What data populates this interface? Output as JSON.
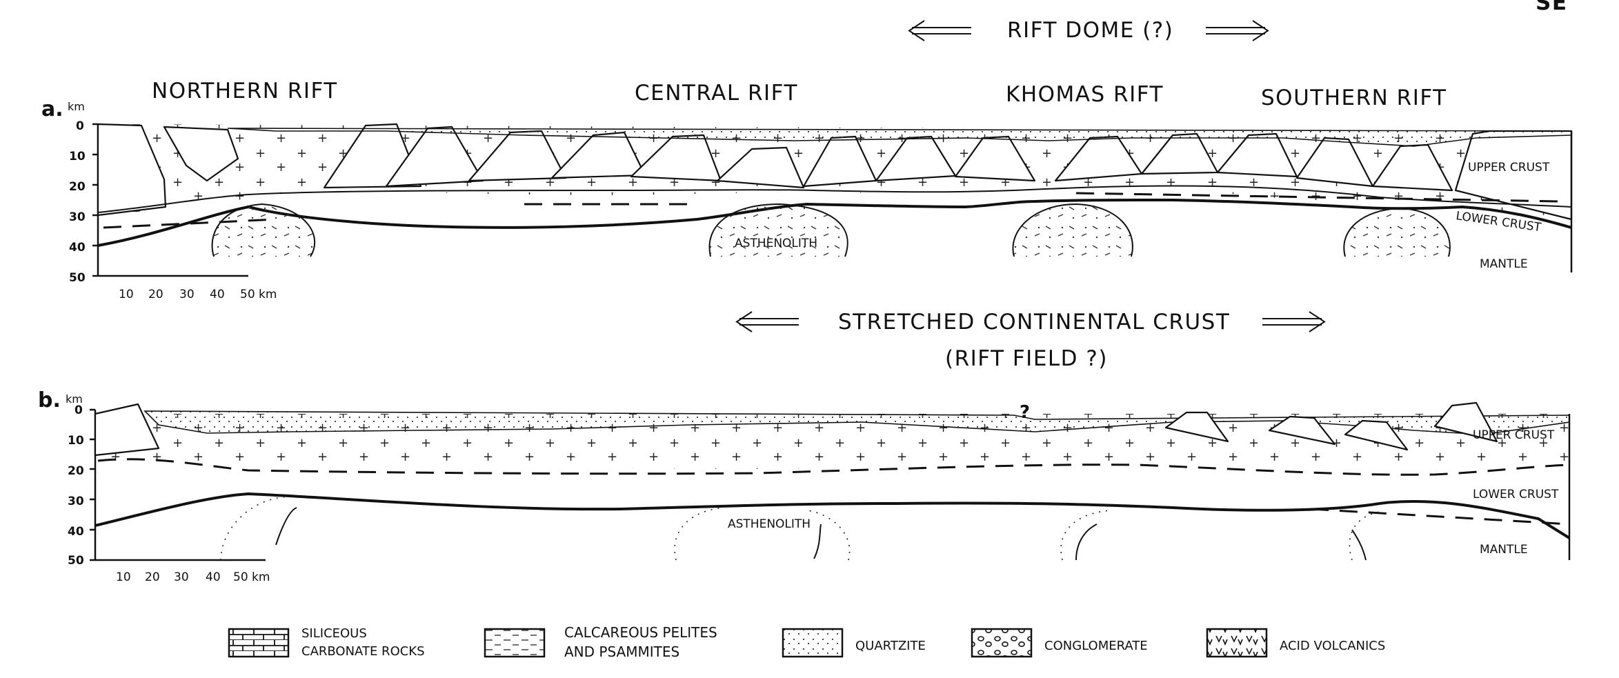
{
  "panel_tag_top": "SE",
  "rift_dome_label": "RIFT DOME (?)",
  "stretched_crust_label": "STRETCHED CONTINENTAL CRUST",
  "rift_field_label": "(RIFT FIELD ?)",
  "panel_a": {
    "letter": "a.",
    "unit": "km",
    "rift_titles": [
      "NORTHERN RIFT",
      "CENTRAL RIFT",
      "KHOMAS RIFT",
      "SOUTHERN RIFT"
    ],
    "depth_ticks": [
      "0",
      "10",
      "20",
      "30",
      "40",
      "50"
    ],
    "distance_ticks": [
      "10",
      "20",
      "30",
      "40",
      "50 km"
    ],
    "layer_labels": [
      "UPPER CRUST",
      "LOWER CRUST",
      "MANTLE"
    ],
    "asthenolith_label": "ASTHENOLITH"
  },
  "panel_b": {
    "letter": "b.",
    "unit": "km",
    "depth_ticks": [
      "0",
      "10",
      "20",
      "30",
      "40",
      "50"
    ],
    "distance_ticks": [
      "10",
      "20",
      "30",
      "40",
      "50 km"
    ],
    "layer_labels": [
      "UPPER CRUST",
      "LOWER CRUST",
      "MANTLE"
    ],
    "asthenolith_label": "ASTHENOLITH",
    "question_mark": "?"
  },
  "legend": [
    {
      "line1": "SILICEOUS",
      "line2": "CARBONATE ROCKS",
      "pattern": "bricks"
    },
    {
      "line1": "CALCAREOUS PELITES",
      "line2": "AND PSAMMITES",
      "pattern": "dashes"
    },
    {
      "line1": "QUARTZITE",
      "line2": "",
      "pattern": "dots"
    },
    {
      "line1": "CONGLOMERATE",
      "line2": "",
      "pattern": "pebbles"
    },
    {
      "line1": "ACID VOLCANICS",
      "line2": "",
      "pattern": "carets"
    }
  ]
}
